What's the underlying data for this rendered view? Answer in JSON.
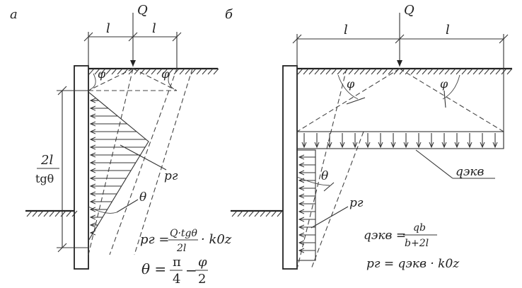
{
  "panel_a": {
    "letter": "а",
    "load": "Q",
    "span_left": "l",
    "span_right": "l",
    "angle_left": "φ",
    "angle_right": "φ",
    "height_num": "2l",
    "height_den": "tgθ",
    "pressure_label": "pг",
    "theta_label": "θ",
    "formula_p_lhs": "pг =",
    "formula_p_num": "Q·tgθ",
    "formula_p_den": "2l",
    "formula_p_tail": "· k0z",
    "formula_theta_lhs": "θ =",
    "formula_theta_num1": "π",
    "formula_theta_den1": "4",
    "formula_theta_minus": "−",
    "formula_theta_num2": "φ",
    "formula_theta_den2": "2"
  },
  "panel_b": {
    "letter": "б",
    "load": "Q",
    "span_left": "l",
    "span_right": "l",
    "angle_left": "φ",
    "angle_right": "φ",
    "theta_label": "θ",
    "pressure_label": "pг",
    "qekv_label": "qэкв",
    "formula_q_lhs": "qэкв =",
    "formula_q_num": "qb",
    "formula_q_den": "b+2l",
    "formula_p": "pг = qэкв · k0z"
  },
  "colors": {
    "ink": "#222222",
    "background": "#ffffff"
  }
}
